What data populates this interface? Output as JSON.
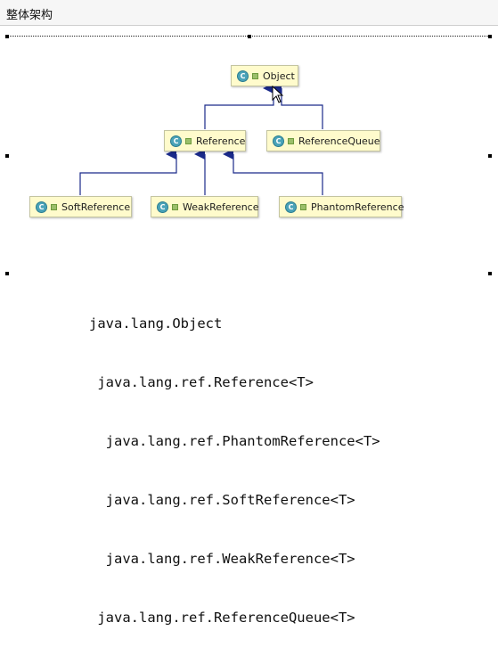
{
  "header": {
    "title": "整体架构"
  },
  "diagram": {
    "nodes": [
      {
        "label": "Object",
        "icon": "class-icon"
      },
      {
        "label": "Reference",
        "icon": "class-icon"
      },
      {
        "label": "ReferenceQueue",
        "icon": "class-icon"
      },
      {
        "label": "SoftReference",
        "icon": "class-icon"
      },
      {
        "label": "WeakReference",
        "icon": "class-icon"
      },
      {
        "label": "PhantomReference",
        "icon": "class-icon"
      }
    ],
    "icon_letter": "C",
    "edge_color": "#1a2a8a",
    "node_fill": "#fffbcc"
  },
  "hierarchy": [
    "java.lang.Object",
    " java.lang.ref.Reference<T>",
    "  java.lang.ref.PhantomReference<T>",
    "  java.lang.ref.SoftReference<T>",
    "  java.lang.ref.WeakReference<T>",
    " java.lang.ref.ReferenceQueue<T>"
  ]
}
